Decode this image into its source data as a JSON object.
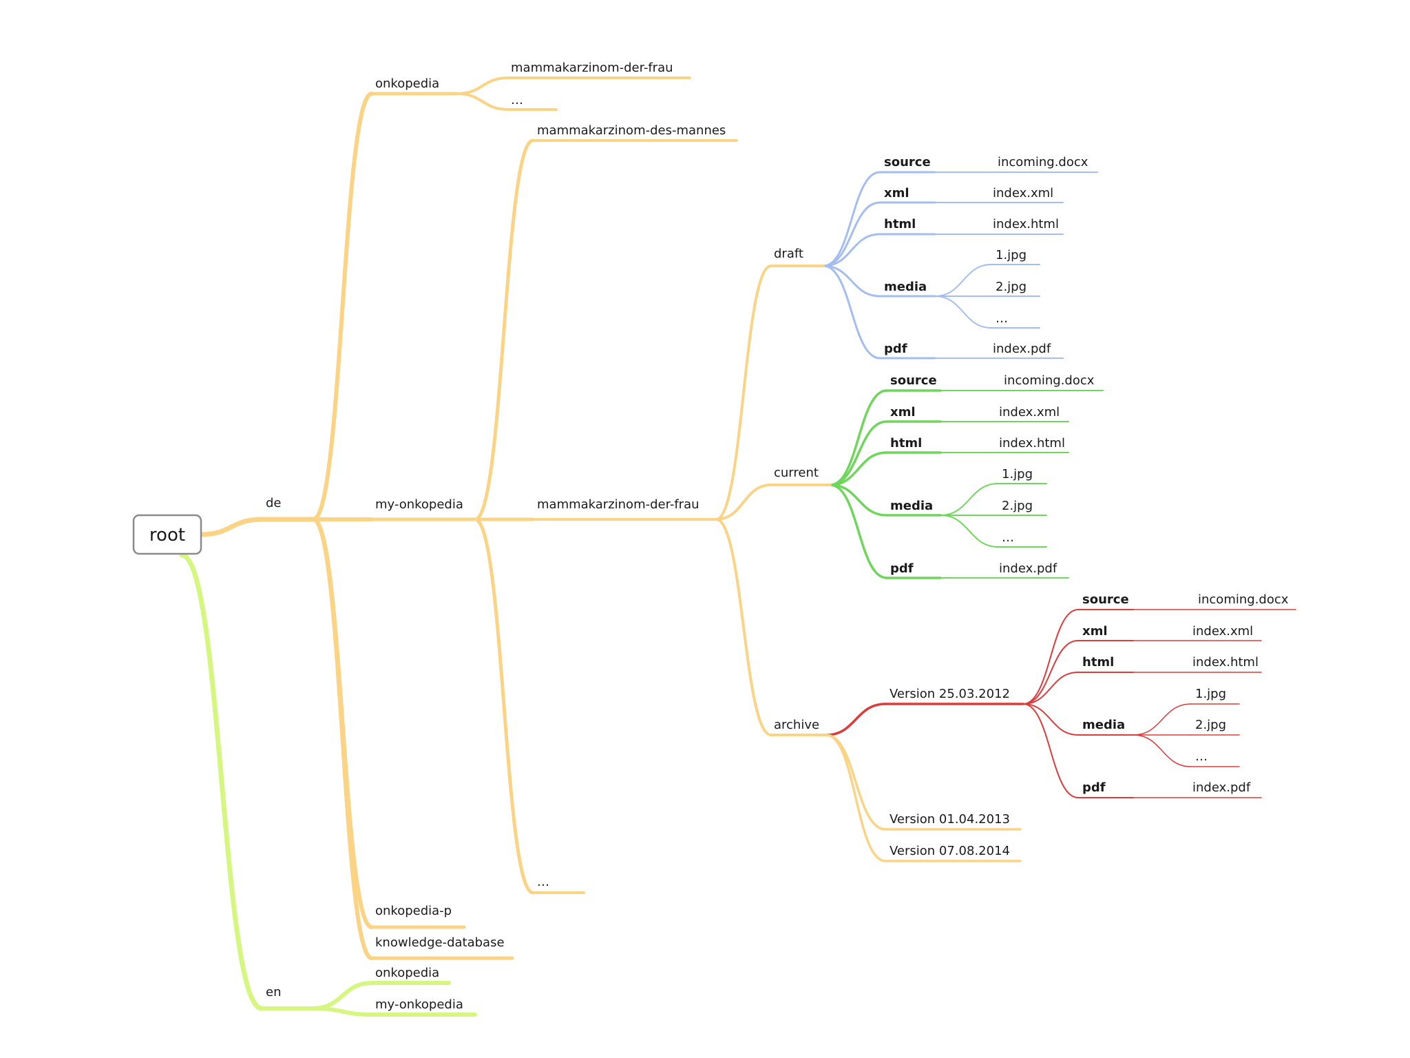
{
  "colors": {
    "orange": "#fbd385",
    "lime": "#d5f77f",
    "blue": "#a3bdf0",
    "green": "#6ed65a",
    "red": "#dd3a3a",
    "root_border": "#8a8a8a"
  },
  "root": {
    "label": "root"
  },
  "de": {
    "label": "de",
    "onkopedia": {
      "label": "onkopedia",
      "children": [
        "mammakarzinom-der-frau",
        "…"
      ]
    },
    "my_onkopedia": {
      "label": "my-onkopedia",
      "mammakarzinom_des_mannes": "mammakarzinom-des-mannes",
      "ellipsis": "…",
      "mdf": {
        "label": "mammakarzinom-der-frau",
        "draft": {
          "label": "draft",
          "source": {
            "key": "source",
            "file": "incoming.docx"
          },
          "xml": {
            "key": "xml",
            "file": "index.xml"
          },
          "html": {
            "key": "html",
            "file": "index.html"
          },
          "media": {
            "key": "media",
            "files": [
              "1.jpg",
              "2.jpg",
              "…"
            ]
          },
          "pdf": {
            "key": "pdf",
            "file": "index.pdf"
          }
        },
        "current": {
          "label": "current",
          "source": {
            "key": "source",
            "file": "incoming.docx"
          },
          "xml": {
            "key": "xml",
            "file": "index.xml"
          },
          "html": {
            "key": "html",
            "file": "index.html"
          },
          "media": {
            "key": "media",
            "files": [
              "1.jpg",
              "2.jpg",
              "…"
            ]
          },
          "pdf": {
            "key": "pdf",
            "file": "index.pdf"
          }
        },
        "archive": {
          "label": "archive",
          "v1": {
            "label": "Version 25.03.2012",
            "source": {
              "key": "source",
              "file": "incoming.docx"
            },
            "xml": {
              "key": "xml",
              "file": "index.xml"
            },
            "html": {
              "key": "html",
              "file": "index.html"
            },
            "media": {
              "key": "media",
              "files": [
                "1.jpg",
                "2.jpg",
                "…"
              ]
            },
            "pdf": {
              "key": "pdf",
              "file": "index.pdf"
            }
          },
          "v2": {
            "label": "Version 01.04.2013"
          },
          "v3": {
            "label": "Version 07.08.2014"
          }
        }
      }
    },
    "onkopedia_p": {
      "label": "onkopedia-p"
    },
    "knowledge_database": {
      "label": "knowledge-database"
    }
  },
  "en": {
    "label": "en",
    "children": [
      "onkopedia",
      "my-onkopedia"
    ]
  }
}
